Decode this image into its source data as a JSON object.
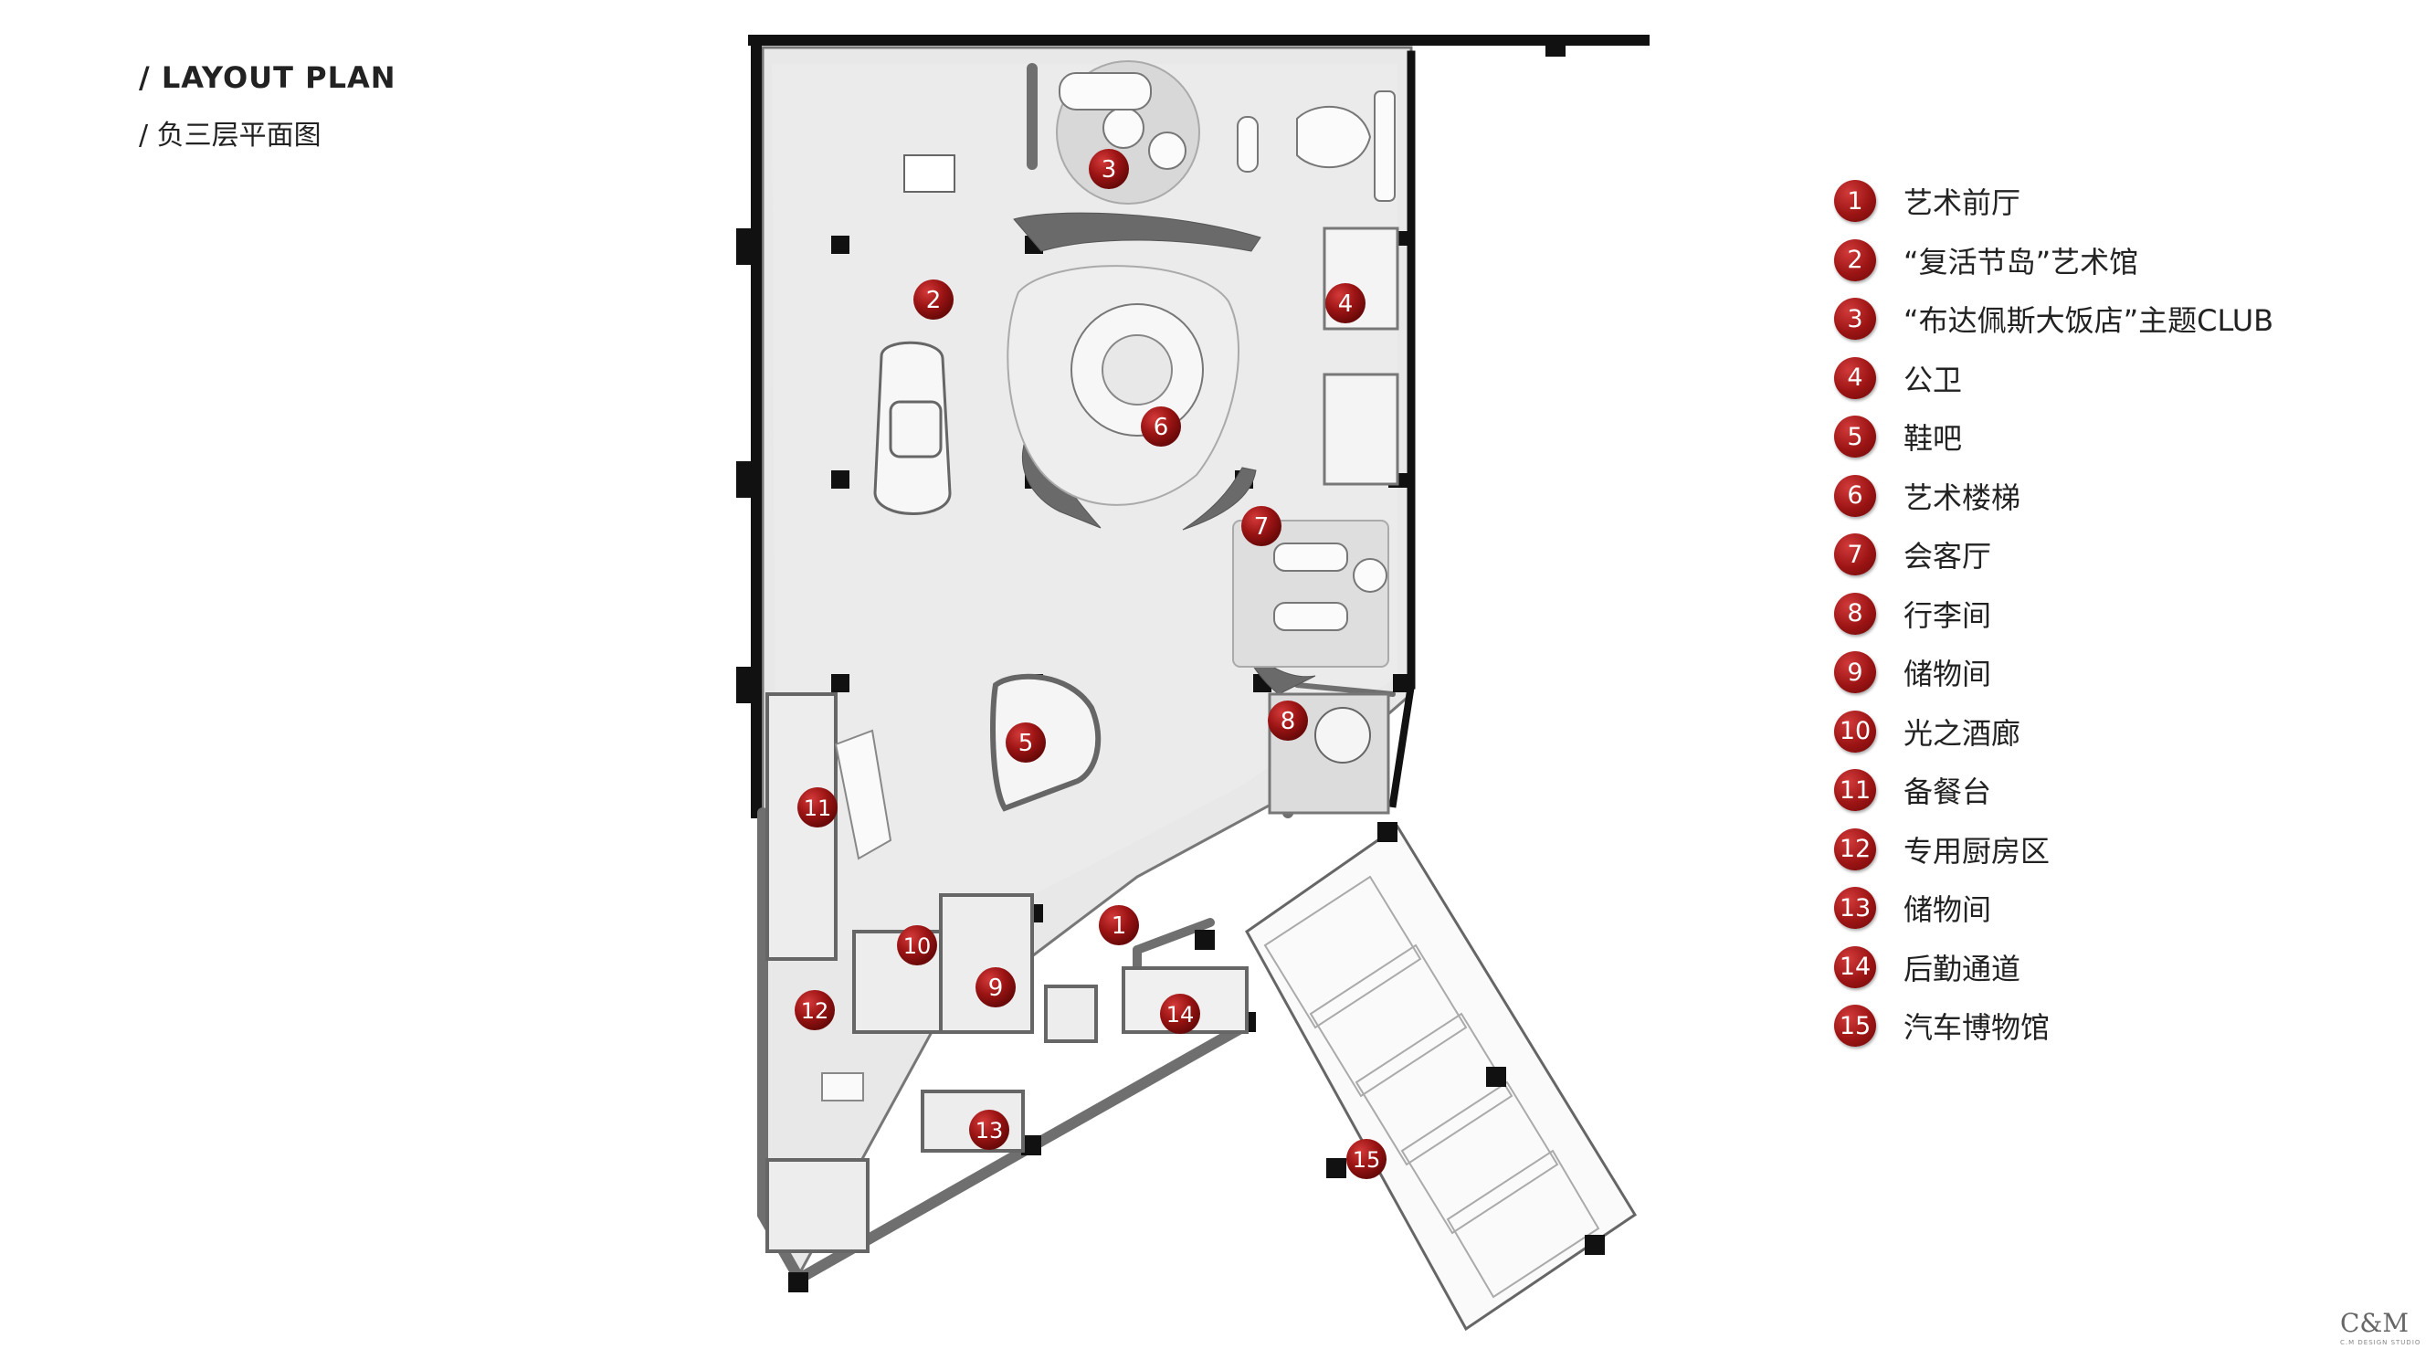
{
  "header": {
    "title": "/ LAYOUT PLAN",
    "subtitle": "/ 负三层平面图"
  },
  "plan_markers": [
    {
      "n": "1"
    },
    {
      "n": "2"
    },
    {
      "n": "3"
    },
    {
      "n": "4"
    },
    {
      "n": "5"
    },
    {
      "n": "6"
    },
    {
      "n": "7"
    },
    {
      "n": "8"
    },
    {
      "n": "9"
    },
    {
      "n": "10"
    },
    {
      "n": "11"
    },
    {
      "n": "12"
    },
    {
      "n": "13"
    },
    {
      "n": "14"
    },
    {
      "n": "15"
    }
  ],
  "legend": [
    {
      "n": "1",
      "label": "艺术前厅"
    },
    {
      "n": "2",
      "label": "“复活节岛”艺术馆"
    },
    {
      "n": "3",
      "label": "“布达佩斯大饭店”主题CLUB"
    },
    {
      "n": "4",
      "label": "公卫"
    },
    {
      "n": "5",
      "label": "鞋吧"
    },
    {
      "n": "6",
      "label": "艺术楼梯"
    },
    {
      "n": "7",
      "label": "会客厅"
    },
    {
      "n": "8",
      "label": "行李间"
    },
    {
      "n": "9",
      "label": "储物间"
    },
    {
      "n": "10",
      "label": "光之酒廊"
    },
    {
      "n": "11",
      "label": "备餐台"
    },
    {
      "n": "12",
      "label": "专用厨房区"
    },
    {
      "n": "13",
      "label": "储物间"
    },
    {
      "n": "14",
      "label": "后勤通道"
    },
    {
      "n": "15",
      "label": "汽车博物馆"
    }
  ],
  "brand": {
    "logo": "C&M",
    "tagline": "C.M DESIGN STUDIO"
  },
  "colors": {
    "marker": "#a01818",
    "wall": "#111111",
    "floor": "#e9e9e9",
    "accent_wall": "#6f6f6f"
  }
}
